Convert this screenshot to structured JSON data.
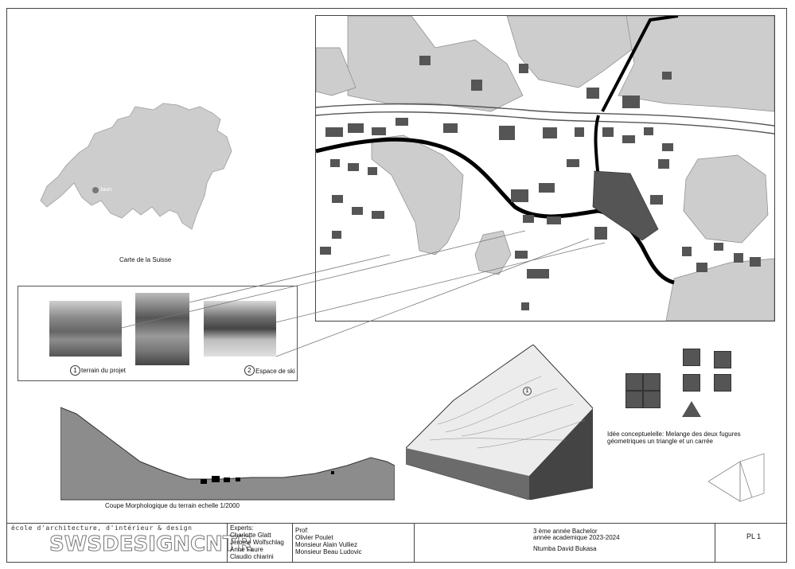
{
  "map_switzerland": {
    "caption": "Carte de la Suisse",
    "marker_label": "Jaun"
  },
  "photos": {
    "items": [
      {
        "number": "1",
        "caption": "terrain du projet"
      },
      {
        "number": "2",
        "caption": "Espace de ski"
      }
    ]
  },
  "section": {
    "caption": "Coupe Morphologique du terrain echelle 1/2000"
  },
  "terrain_model": {
    "marker": "1"
  },
  "concept": {
    "text": "Idée conceptuelelle: Melange des deux fugures géometriques un triangle et un carrée"
  },
  "title_block": {
    "school_line": "école d'architecture, d'intérieur & design",
    "logo": "SWSDESIGNCNTR",
    "experts_label": "Experts:",
    "experts": [
      "Charlotte Glatt",
      "Jérome Wolfschlag",
      "Anne Faure",
      "Claudio chiarini"
    ],
    "prof_label": "Prof:",
    "profs": [
      "Olivier Poulet",
      "Monsieur Alain Vulliez",
      "Monsieur Beau Ludovic"
    ],
    "course": "3 ème année Bachelor",
    "year": "année academique 2023-2024",
    "student": "Ntumba David Bukasa",
    "sheet": "PL 1"
  },
  "colors": {
    "map_gray": "#cdcdcd",
    "building": "#555555",
    "river": "#000000",
    "section_gray": "#8c8c8c"
  }
}
